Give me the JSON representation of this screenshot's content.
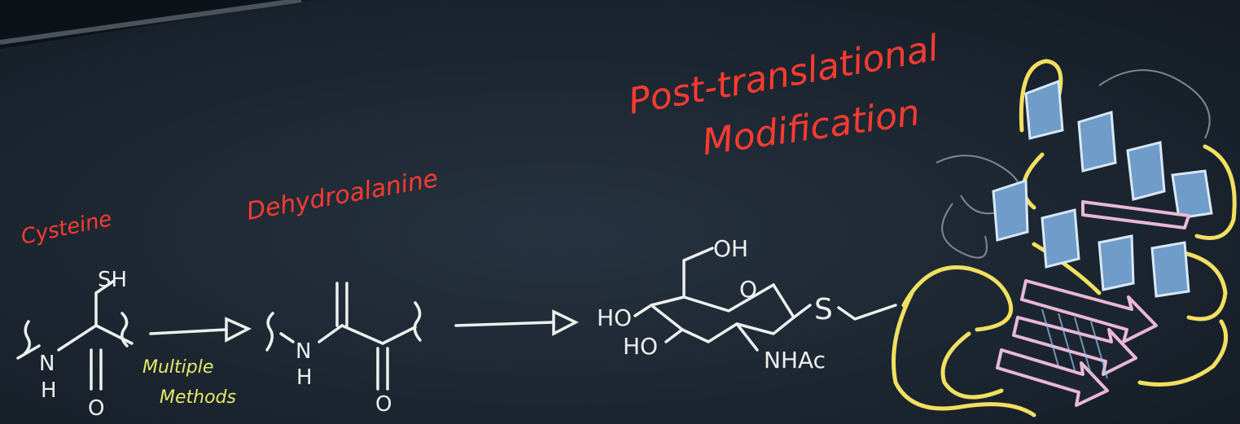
{
  "title": {
    "line1": "Post-translational",
    "line2": "Modification",
    "color": "#ff3b2f"
  },
  "molecules": {
    "cysteine": {
      "name": "Cysteine",
      "sh": "SH",
      "n": "N",
      "h": "H",
      "o": "O"
    },
    "reaction1": {
      "label_line1": "Multiple",
      "label_line2": "Methods",
      "label_color": "#e8e86a"
    },
    "dehydroalanine": {
      "name": "Dehydroalanine",
      "n": "N",
      "h": "H",
      "o": "O"
    },
    "sugar": {
      "oh_top": "OH",
      "ring_o": "O",
      "ho_1": "HO",
      "ho_2": "HO",
      "nhac": "NHAc",
      "s": "S"
    }
  },
  "colors": {
    "chalk_white": "#eef0ee",
    "chalk_red": "#ff3b2f",
    "chalk_yellow": "#f2e060",
    "helix_blue": "#9cc4ec",
    "strand_pink": "#e9b8d8"
  }
}
